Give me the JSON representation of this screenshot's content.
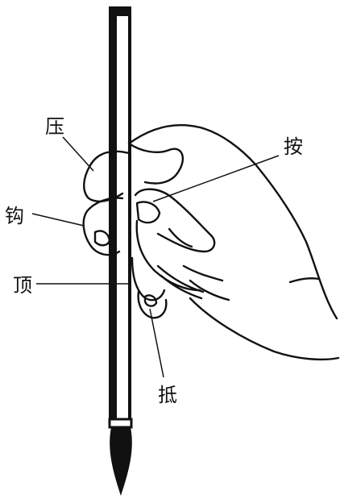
{
  "labels": {
    "ya": "压",
    "gou": "钩",
    "ding": "顶",
    "an": "按",
    "di": "抵"
  },
  "colors": {
    "ink": "#111111",
    "paper": "#ffffff"
  }
}
